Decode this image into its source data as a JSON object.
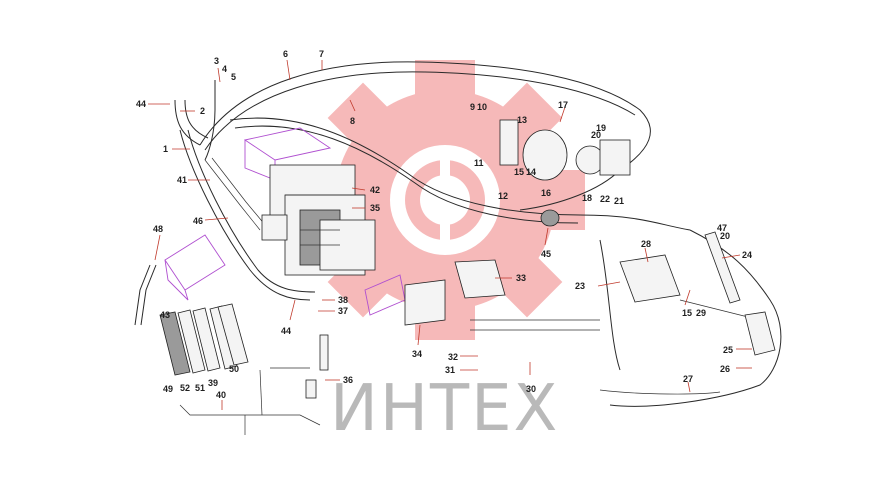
{
  "watermark": {
    "text": "ИНТЕХ",
    "color": "#f08080"
  },
  "callouts": [
    "1",
    "2",
    "3",
    "4",
    "5",
    "6",
    "7",
    "8",
    "9",
    "10",
    "11",
    "12",
    "13",
    "14",
    "15",
    "16",
    "17",
    "18",
    "19",
    "20",
    "21",
    "22",
    "23",
    "24",
    "25",
    "26",
    "27",
    "28",
    "29",
    "30",
    "31",
    "32",
    "33",
    "34",
    "35",
    "36",
    "37",
    "38",
    "39",
    "40",
    "41",
    "42",
    "43",
    "44",
    "45",
    "46",
    "47",
    "48",
    "49",
    "50",
    "51",
    "52"
  ],
  "colors": {
    "leader": "#c0392b",
    "pipe": "#2a2a2a",
    "filter_outline": "#b050d0",
    "watermark": "#f08080"
  }
}
